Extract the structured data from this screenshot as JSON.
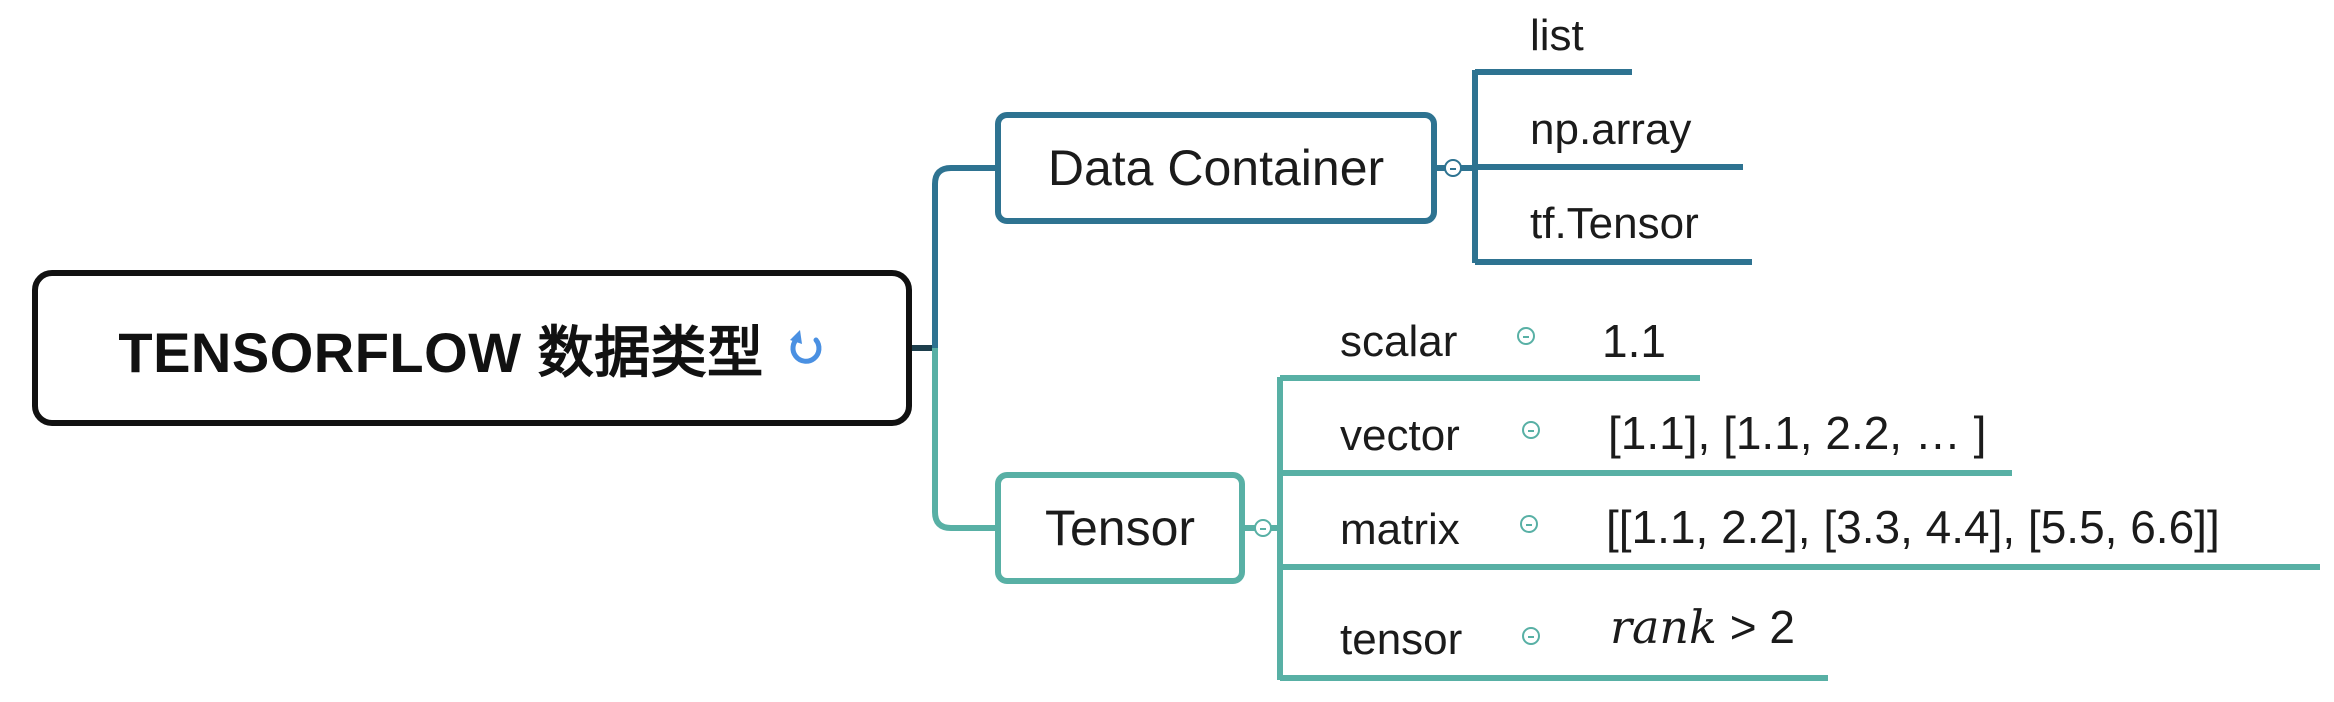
{
  "root": {
    "title": "TENSORFLOW 数据类型",
    "icon": "refresh-arrow-icon"
  },
  "branches": [
    {
      "label": "Data Container",
      "color": "#2e7391",
      "children": [
        "list",
        "np.array",
        "tf.Tensor"
      ]
    },
    {
      "label": "Tensor",
      "color": "#58b0a5",
      "children": [
        {
          "label": "scalar",
          "example": "1.1"
        },
        {
          "label": "vector",
          "example": "[1.1], [1.1, 2.2, … ]"
        },
        {
          "label": "matrix",
          "example": "[[1.1, 2.2], [3.3, 4.4], [5.5, 6.6]]"
        },
        {
          "label": "tensor",
          "example_math": "rank",
          "example_rest": " > 2"
        }
      ]
    }
  ],
  "colors": {
    "root_border": "#111111",
    "text": "#1b1b1b"
  }
}
